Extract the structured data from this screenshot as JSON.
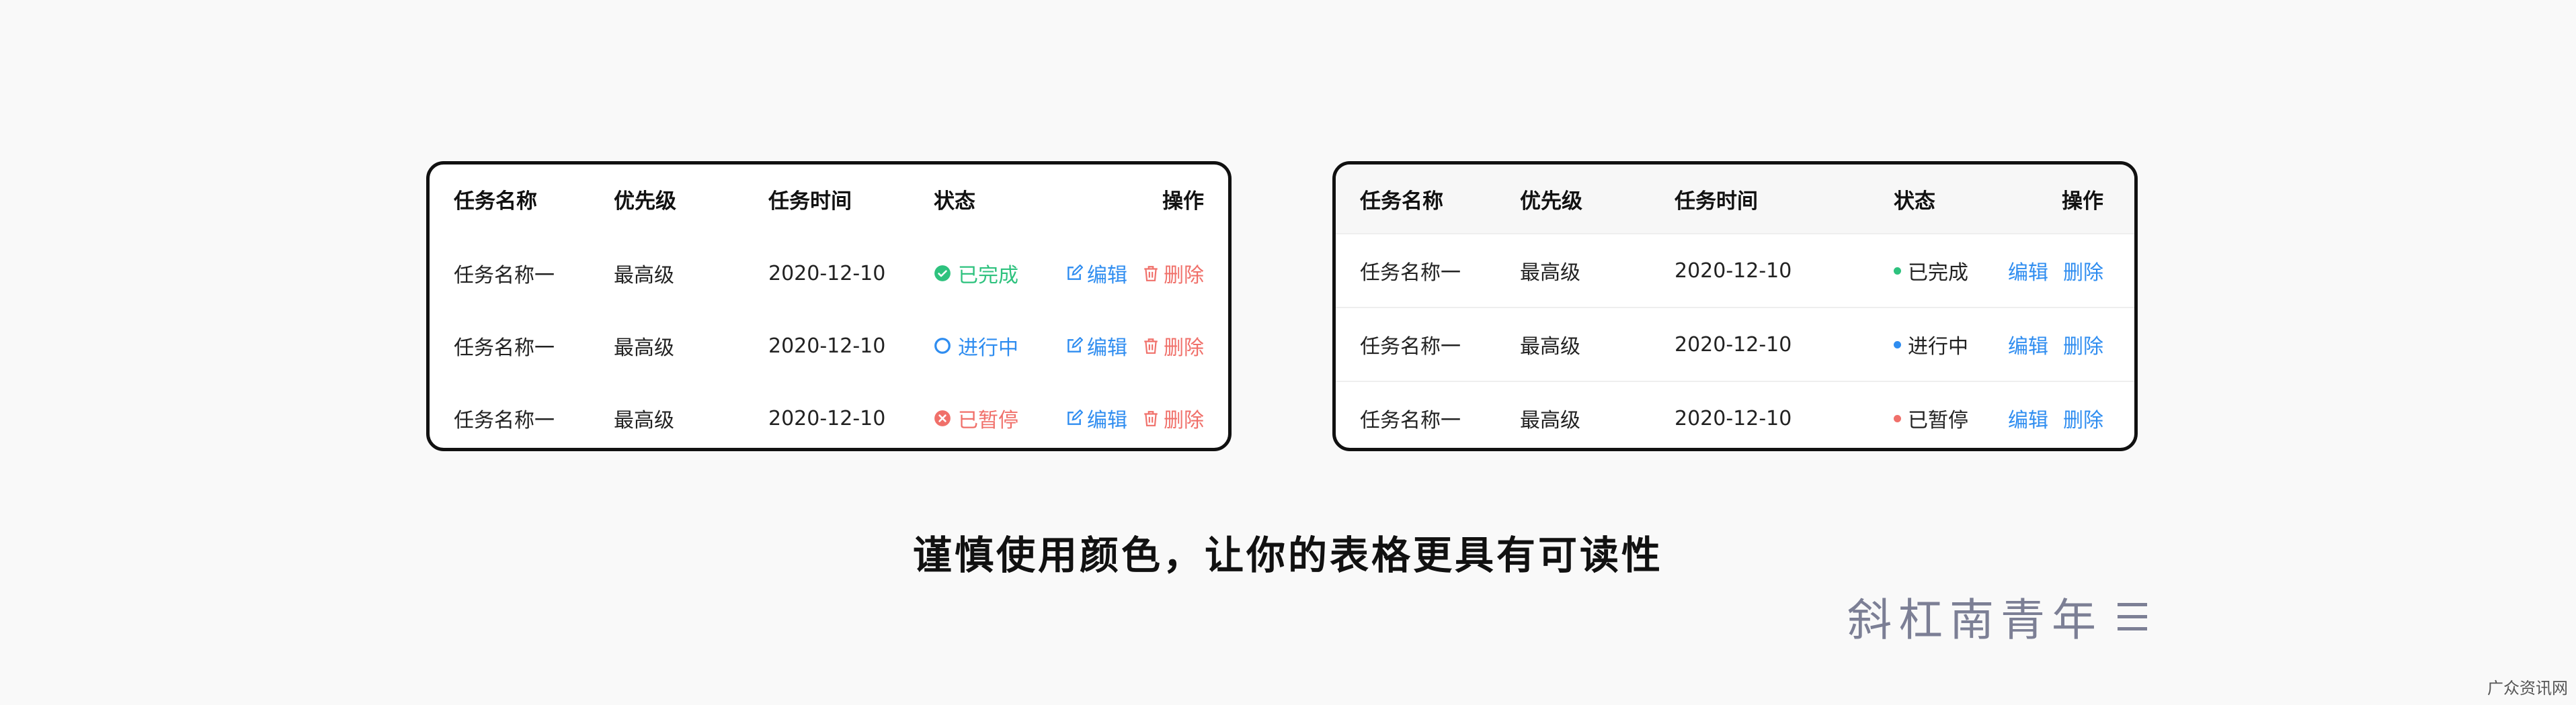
{
  "left_table": {
    "headers": {
      "name": "任务名称",
      "priority": "优先级",
      "time": "任务时间",
      "status": "状态",
      "ops": "操作"
    },
    "rows": [
      {
        "name": "任务名称一",
        "priority": "最高级",
        "time": "2020-12-10",
        "status": "已完成",
        "status_color": "#2ec27e",
        "status_icon": "check-circle-icon",
        "edit": "编辑",
        "delete": "删除"
      },
      {
        "name": "任务名称一",
        "priority": "最高级",
        "time": "2020-12-10",
        "status": "进行中",
        "status_color": "#2f8df0",
        "status_icon": "ring-circle-icon",
        "edit": "编辑",
        "delete": "删除"
      },
      {
        "name": "任务名称一",
        "priority": "最高级",
        "time": "2020-12-10",
        "status": "已暂停",
        "status_color": "#f0706a",
        "status_icon": "x-circle-icon",
        "edit": "编辑",
        "delete": "删除"
      }
    ]
  },
  "right_table": {
    "headers": {
      "name": "任务名称",
      "priority": "优先级",
      "time": "任务时间",
      "status": "状态",
      "ops": "操作"
    },
    "rows": [
      {
        "name": "任务名称一",
        "priority": "最高级",
        "time": "2020-12-10",
        "status": "已完成",
        "dot_color": "#2ec27e",
        "edit": "编辑",
        "delete": "删除"
      },
      {
        "name": "任务名称一",
        "priority": "最高级",
        "time": "2020-12-10",
        "status": "进行中",
        "dot_color": "#2f8df0",
        "edit": "编辑",
        "delete": "删除"
      },
      {
        "name": "任务名称一",
        "priority": "最高级",
        "time": "2020-12-10",
        "status": "已暂停",
        "dot_color": "#f0706a",
        "edit": "编辑",
        "delete": "删除"
      }
    ]
  },
  "caption": "谨慎使用颜色，让你的表格更具有可读性",
  "brand": "斜杠南青年",
  "watermark": "广众资讯网",
  "colors": {
    "accent_blue": "#2f8df0",
    "success": "#2ec27e",
    "danger": "#f0706a",
    "brand": "#7c7f95"
  }
}
